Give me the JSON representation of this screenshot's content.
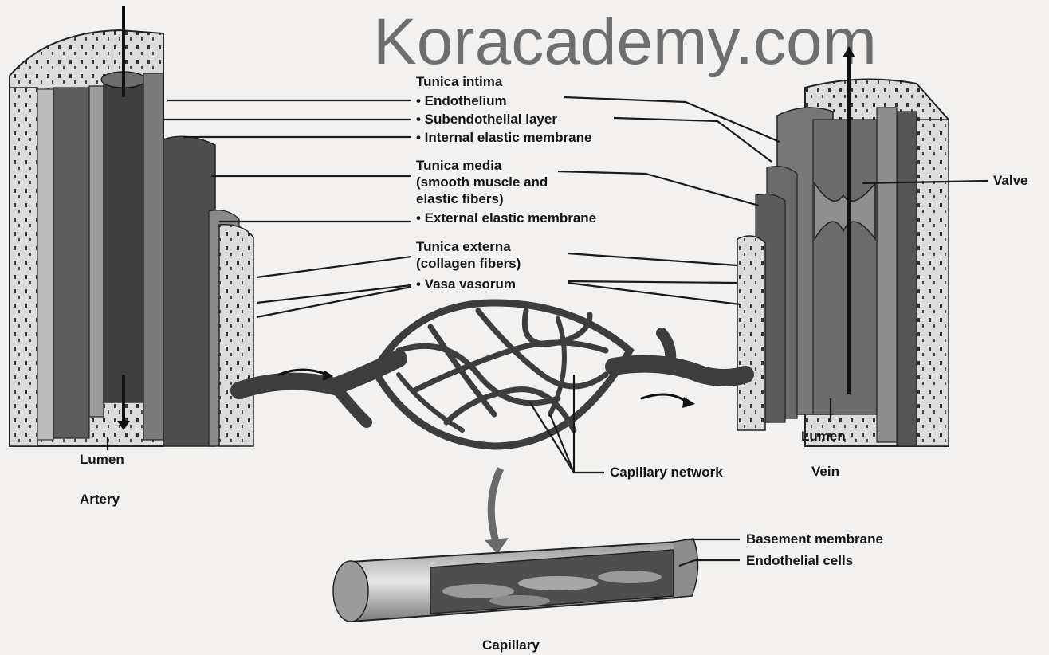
{
  "watermark": "Koracademy.com",
  "labels": {
    "tunica_intima": "Tunica intima",
    "endothelium": "• Endothelium",
    "subendothelial": "• Subendothelial layer",
    "internal_elastic": "• Internal elastic membrane",
    "tunica_media": "Tunica media",
    "media_desc_1": "(smooth muscle and",
    "media_desc_2": "elastic fibers)",
    "external_elastic": "• External elastic membrane",
    "tunica_externa": "Tunica externa",
    "externa_desc": "(collagen fibers)",
    "vasa_vasorum": "• Vasa vasorum",
    "valve": "Valve",
    "lumen_artery": "Lumen",
    "lumen_vein": "Lumen",
    "artery": "Artery",
    "vein": "Vein",
    "capillary_network": "Capillary network",
    "basement_membrane": "Basement membrane",
    "endothelial_cells": "Endothelial cells",
    "capillary": "Capillary"
  },
  "colors": {
    "background": "#f2f1ef",
    "wall_dark": "#4a4a4a",
    "wall_mid": "#6e6e6e",
    "wall_light": "#bdbdbd",
    "externa_speckle": "#d9d9d9"
  }
}
